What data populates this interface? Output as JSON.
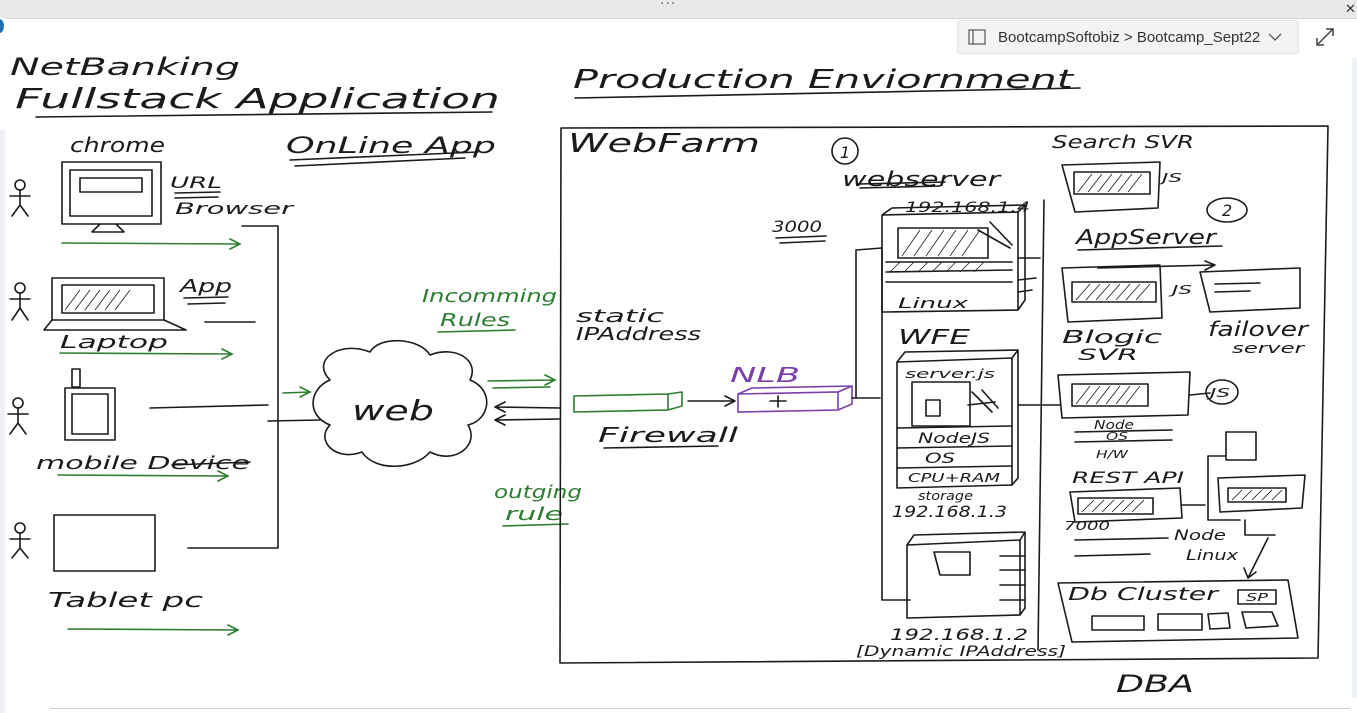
{
  "breadcrumb": {
    "text": "BootcampSoftobiz > Bootcamp_Sept22"
  },
  "titles": {
    "app_line1": "NetBanking",
    "app_line2": "Fullstack Application",
    "environment": "Production Enviornment",
    "online_app": "OnLine App",
    "webfarm": "WebFarm"
  },
  "clients": [
    {
      "device": "chrome",
      "note1": "URL",
      "note2": "Browser"
    },
    {
      "device": "Laptop",
      "note1": "App"
    },
    {
      "device": "mobile Device"
    },
    {
      "device": "Tablet pc"
    }
  ],
  "network": {
    "cloud": "web",
    "incoming_line1": "Incomming",
    "incoming_line2": "Rules",
    "outgoing_line1": "outging",
    "outgoing_line2": "rule",
    "static_line1": "static",
    "static_line2": "IPAddress",
    "firewall": "Firewall",
    "nlb": "NLB"
  },
  "webfarm": {
    "badge1": "1",
    "webserver": "webserver",
    "web_ip": "192.168.1.4",
    "port_3000": "3000",
    "web_os": "Linux",
    "wfe": "WFE",
    "wfe_server": "server.js",
    "wfe_node": "NodeJS",
    "wfe_os": "OS",
    "wfe_hw": "CPU+RAM",
    "storage": "storage",
    "wfe_ip": "192.168.1.3",
    "db_ip": "192.168.1.2",
    "dynamic": "[Dynamic IPAddress]"
  },
  "appside": {
    "search": "Search SVR",
    "badge2": "2",
    "appserver": "AppServer",
    "blogic_line1": "Blogic",
    "blogic_line2": "SVR",
    "failover_line1": "failover",
    "failover_line2": "server",
    "js": "JS",
    "node": "Node",
    "os": "OS",
    "hw": "H/W",
    "restapi": "REST API",
    "port_7000": "7000",
    "node2": "Node",
    "linux": "Linux",
    "dbcluster": "Db Cluster",
    "sp": "SP",
    "dba": "DBA"
  },
  "colors": {
    "ink": "#1b1b1b",
    "green": "#2e7d32",
    "purple": "#7b3fa8"
  }
}
